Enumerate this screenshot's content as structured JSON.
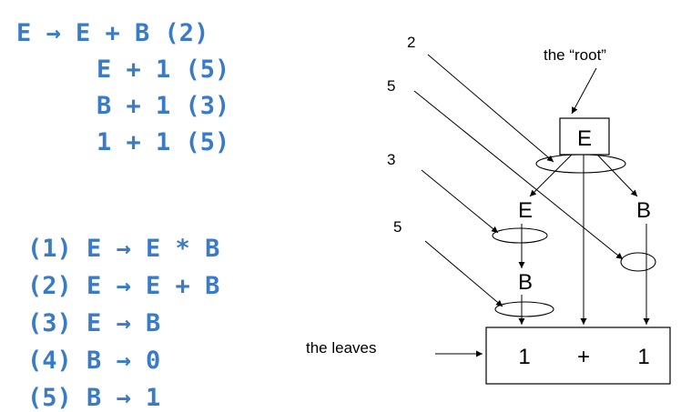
{
  "derivation": {
    "lines": [
      "E → E + B (2)",
      "E + 1 (5)",
      "B + 1 (3)",
      "1 + 1 (5)"
    ]
  },
  "rules": {
    "items": [
      "(1) E → E * B",
      "(2) E → E + B",
      "(3) E → B",
      "(4) B → 0",
      "(5) B → 1"
    ]
  },
  "tree": {
    "root_caption": "the “root”",
    "leaves_caption": "the leaves",
    "root_node": "E",
    "left_node": "E",
    "right_node": "B",
    "mid_node": "B",
    "leaves": [
      "1",
      "+",
      "1"
    ],
    "step_labels": [
      "2",
      "5",
      "3",
      "5"
    ]
  },
  "colors": {
    "text_blue": "#3a7bc8",
    "line": "#000000"
  }
}
